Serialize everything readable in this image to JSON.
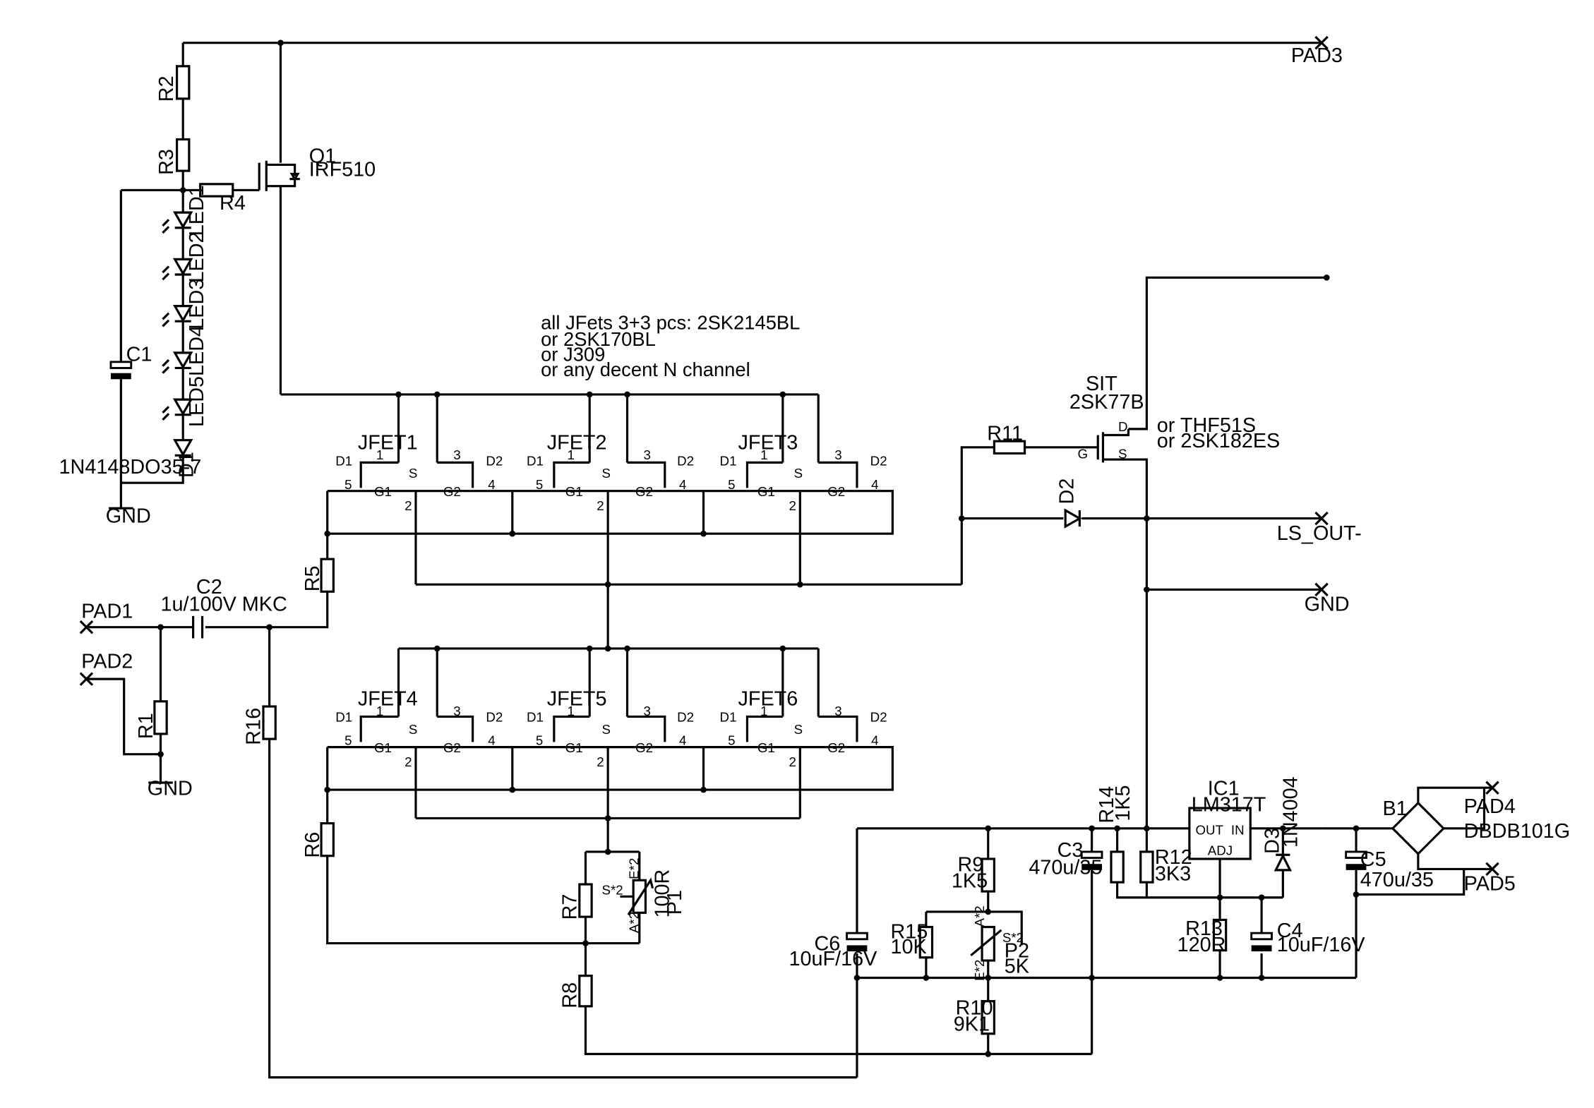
{
  "note": {
    "lines": [
      "all JFets 3+3 pcs: 2SK2145BL",
      "or 2SK170BL",
      "or J309",
      "or any decent N channel"
    ]
  },
  "labels": {
    "pad1": "PAD1",
    "pad2": "PAD2",
    "pad3": "PAD3",
    "pad4": "PAD4",
    "pad5": "PAD5",
    "gnd": "GND",
    "ls_out": "LS_OUT-",
    "q1": "Q1",
    "q1_val": "IRF510",
    "r1": "R1",
    "r2": "R2",
    "r3": "R3",
    "r4": "R4",
    "r5": "R5",
    "r6": "R6",
    "r7": "R7",
    "r8": "R8",
    "r9": "R9",
    "r9_val": "1K5",
    "r10": "R10",
    "r10_val": "9K1",
    "r11": "R11",
    "r12": "R12",
    "r12_val": "3K3",
    "r13": "R13",
    "r13_val": "120R",
    "r14": "R14",
    "r14_val": "1K5",
    "r15": "R15",
    "r15_val": "10K",
    "r16": "R16",
    "c1": "C1",
    "c2": "C2",
    "c2_val": "1u/100V MKC",
    "c3": "C3",
    "c3_val": "470u/35",
    "c4": "C4",
    "c4_val": "10uF/16V",
    "c5": "C5",
    "c5_val": "470u/35",
    "c6": "C6",
    "c6_val": "10uF/16V",
    "d1": "D1",
    "d1_val": "1N4148DO35-7",
    "d2": "D2",
    "d3": "D3",
    "d3_val": "1N4004",
    "led1": "LED1",
    "led2": "LED2",
    "led3": "LED3",
    "led4": "LED4",
    "led5": "LED5",
    "p1": "P1",
    "p1_val": "100R",
    "p2": "P2",
    "p2_val": "5K",
    "ic1": "IC1",
    "ic1_val": "LM317T",
    "ic_out": "OUT",
    "ic_in": "IN",
    "ic_adj": "ADJ",
    "b1": "B1",
    "b1_val": "DBDB101G",
    "sit": "SIT",
    "sit_val": "2SK77B",
    "sit_alt1": "or THF51S",
    "sit_alt2": "or 2SK182ES",
    "sit_d": "D",
    "sit_g": "G",
    "sit_s": "S",
    "pot_e": "E*2",
    "pot_a": "A*2",
    "pot_s": "S*2",
    "plus": "+"
  },
  "jfets": [
    {
      "name": "JFET1"
    },
    {
      "name": "JFET2"
    },
    {
      "name": "JFET3"
    },
    {
      "name": "JFET4"
    },
    {
      "name": "JFET5"
    },
    {
      "name": "JFET6"
    }
  ],
  "jfet_pins": {
    "d1": "D1",
    "d2": "D2",
    "s": "S",
    "g1": "G1",
    "g2": "G2",
    "p1": "1",
    "p2": "2",
    "p3": "3",
    "p4": "4",
    "p5": "5"
  }
}
